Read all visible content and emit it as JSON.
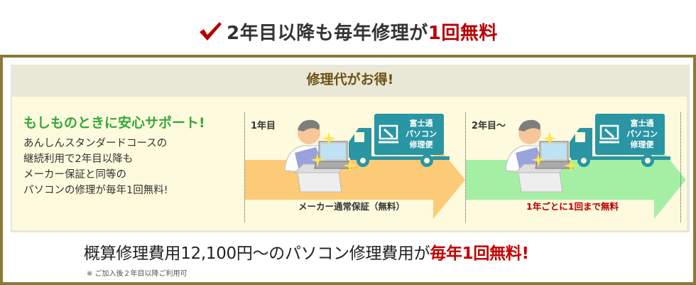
{
  "headline": {
    "icon": "checkmark-icon",
    "text_main": "2年目以降も毎年修理が",
    "text_highlight": "1回無料"
  },
  "panel": {
    "title": "修理代がお得!",
    "intro": {
      "title": "もしものときに安心サポート!",
      "lines": [
        "あんしんスタンダードコースの",
        "継続利用で2年目以降も",
        "メーカー保証と同等の",
        "パソコンの修理が毎年1回無料!"
      ]
    },
    "steps": [
      {
        "label": "1年目",
        "caption": "メーカー通常保証（無料）",
        "arrow_color": "#fdcb77",
        "caption_color": "#333333",
        "truck_text": [
          "富士通",
          "パソコン",
          "修理便"
        ]
      },
      {
        "label": "2年目～",
        "caption": "1年ごとに1回まで無料",
        "arrow_color": "#a5efa5",
        "caption_color": "#b50000",
        "truck_text": [
          "富士通",
          "パソコン",
          "修理便"
        ]
      }
    ]
  },
  "summary": {
    "text_main": "概算修理費用12,100円～のパソコン修理費用が",
    "text_highlight": "毎年1回無料!",
    "note": "※ ご加入後２年目以降ご利用可"
  },
  "colors": {
    "frame": "#8b7a35",
    "panel_header": "#e9e7d6",
    "panel_body": "#fefadd",
    "accent_red": "#b50000",
    "accent_green": "#35a83b",
    "truck": "#2a95a3"
  }
}
